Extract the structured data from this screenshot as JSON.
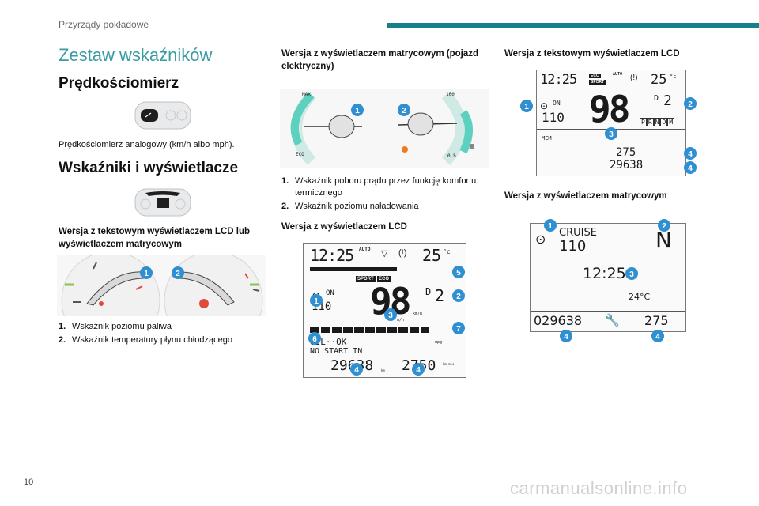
{
  "header": {
    "section": "Przyrządy pokładowe"
  },
  "page_title": "Zestaw wskaźników",
  "speedometer": {
    "heading": "Prędkościomierz",
    "caption": "Prędkościomierz analogowy (km/h albo mph)."
  },
  "indicators": {
    "heading": "Wskaźniki i wyświetlacze",
    "version_lcd_matrix": "Wersja z tekstowym wyświetlaczem LCD lub wyświetlaczem matrycowym",
    "gauge_items": [
      {
        "num": "1.",
        "text": "Wskaźnik poziomu paliwa"
      },
      {
        "num": "2.",
        "text": "Wskaźnik temperatury płynu chłodzącego"
      }
    ]
  },
  "ev": {
    "heading": "Wersja z wyświetlaczem matrycowym (pojazd elektryczny)",
    "items": [
      {
        "num": "1.",
        "text": "Wskaźnik poboru prądu przez funkcję komfortu termicznego"
      },
      {
        "num": "2.",
        "text": "Wskaźnik poziomu naładowania"
      }
    ],
    "gauge_labels": {
      "max": "MAX",
      "eco": "ECO",
      "hundred": "100",
      "zero": "0 %"
    }
  },
  "lcd": {
    "heading": "Wersja z wyświetlaczem LCD",
    "time": "12:25",
    "temp": "25",
    "temp_unit": "°c",
    "speed": "98",
    "speed_unit": "km/h",
    "speed_unit2": "m/h",
    "cruise_value": "110",
    "on_label": "ON",
    "gear": "2",
    "gear_prefix": "D",
    "sport_label": "SPORT",
    "eco_label": "ECO",
    "auto_label": "AUTO",
    "msg1": "OIL··OK",
    "msg2": "NO START IN",
    "odometer": "29638",
    "range": "2750",
    "odometer_unit": "km",
    "fuel_unit": "mpg",
    "range_units": "km mls",
    "callouts": [
      "1",
      "2",
      "3",
      "4",
      "4",
      "5",
      "6",
      "7"
    ]
  },
  "text_lcd": {
    "heading": "Wersja z tekstowym wyświetlaczem LCD",
    "time": "12:25",
    "temp": "25",
    "temp_unit": "°c",
    "speed": "98",
    "cruise_value": "110",
    "on_label": "ON",
    "gear_prefix": "D",
    "gear": "2",
    "eco_label": "ECO",
    "sport_label": "SPORT",
    "auto_label": "AUTO",
    "gears": [
      "P",
      "R",
      "N",
      "D",
      "M"
    ],
    "mem_label": "MEM",
    "range": "275",
    "odometer": "29638",
    "callouts": [
      "1",
      "2",
      "3",
      "4",
      "4"
    ]
  },
  "matrix": {
    "heading": "Wersja z wyświetlaczem matrycowym",
    "cruise_label": "CRUISE",
    "cruise_value": "110",
    "gear": "N",
    "time": "12:25",
    "temp": "24°C",
    "odometer": "029638",
    "range": "275",
    "callouts": [
      "1",
      "2",
      "3",
      "4",
      "4"
    ]
  },
  "footer": {
    "page_number": "10",
    "watermark": "carmanualsonline.info"
  },
  "colors": {
    "accent": "#157f8c",
    "callout": "#2f8fd0",
    "teal": "#3a9ba3",
    "gauge_green": "#5ed0c0",
    "orange": "#f07b1e"
  }
}
